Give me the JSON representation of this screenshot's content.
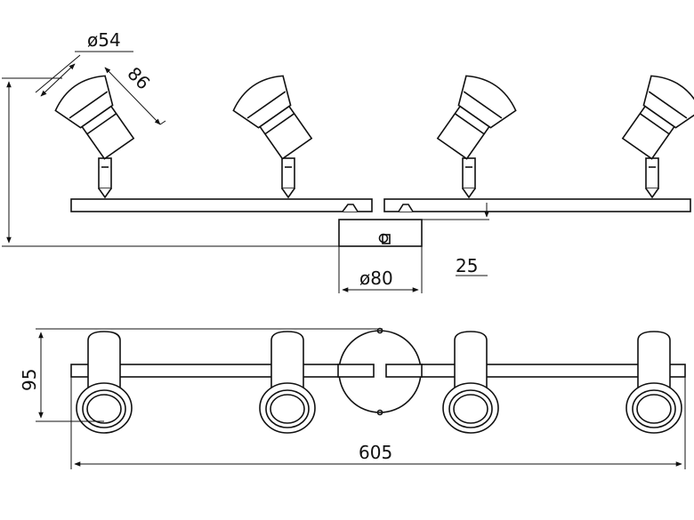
{
  "dimensions": {
    "spot_diameter": "ø54",
    "spot_length": "86",
    "base_diameter": "ø80",
    "base_offset": "25",
    "depth": "95",
    "overall_length": "605"
  },
  "colors": {
    "line": "#111111",
    "background": "#ffffff"
  }
}
